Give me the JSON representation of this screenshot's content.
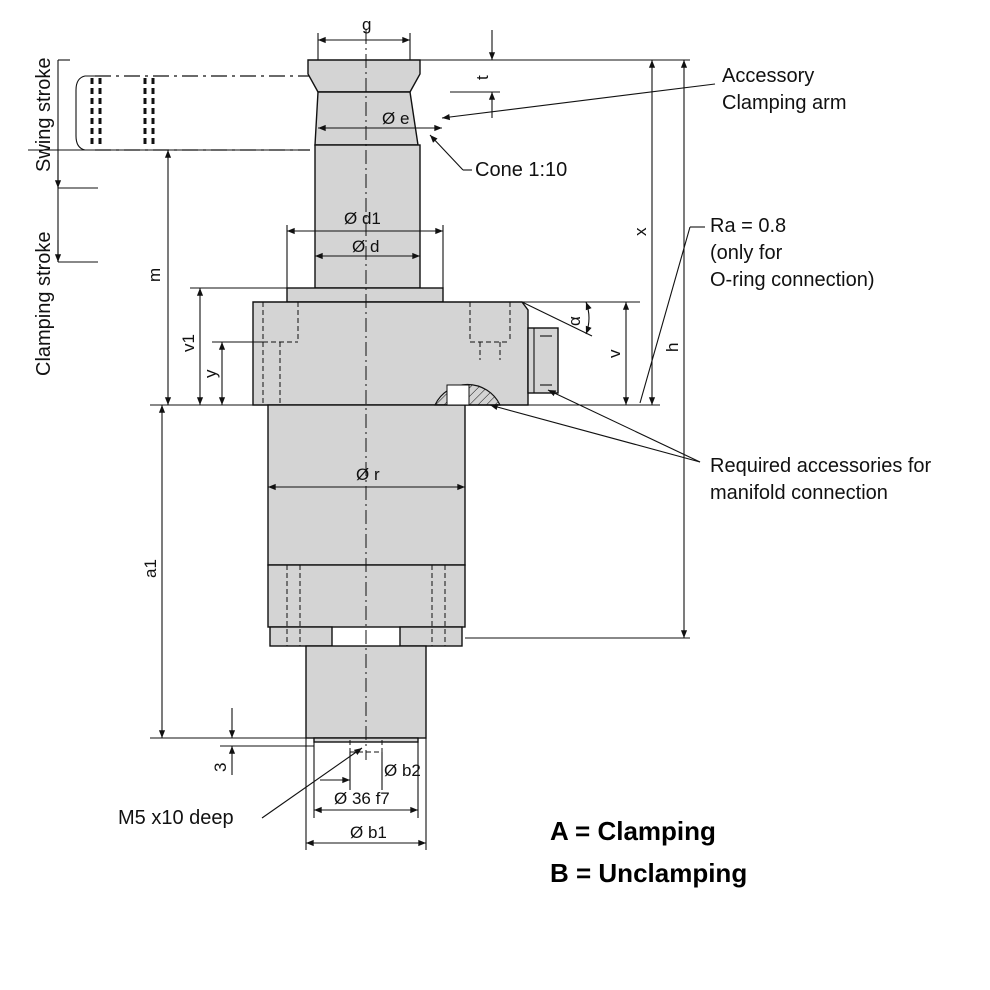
{
  "labels": {
    "swing_stroke": "Swing stroke",
    "clamping_stroke": "Clamping stroke",
    "accessory_line1": "Accessory",
    "accessory_line2": "Clamping arm",
    "cone": "Cone 1:10",
    "ra_line1": "Ra = 0.8",
    "ra_line2": "(only for",
    "ra_line3": "O-ring connection)",
    "required_line1": "Required accessories for",
    "required_line2": "manifold connection",
    "thread": "M5 x10 deep"
  },
  "dims": {
    "g": "g",
    "t": "t",
    "e": "Ø e",
    "d1": "Ø d1",
    "d": "Ø d",
    "x": "x",
    "h": "h",
    "m": "m",
    "v1": "v1",
    "y": "y",
    "alpha": "α",
    "v": "v",
    "r": "Ø r",
    "a1": "a1",
    "three": "3",
    "b2": "Ø b2",
    "f36": "Ø 36 f7",
    "b1": "Ø b1"
  },
  "legend": {
    "a": "A = Clamping",
    "b": "B = Unclamping"
  }
}
